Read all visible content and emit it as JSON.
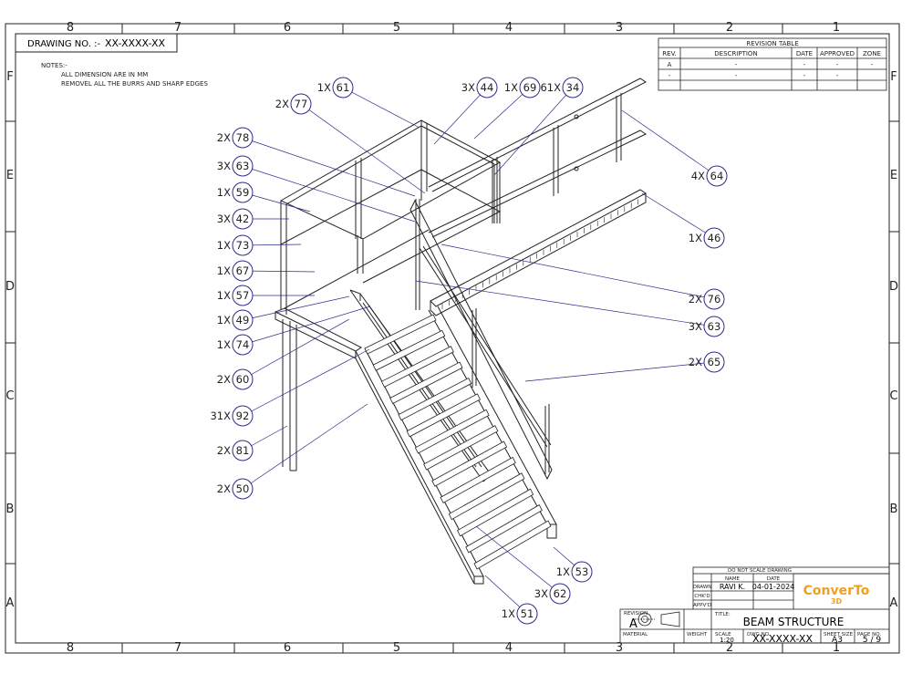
{
  "sheet": {
    "drawing_no_label": "DRAWING NO. :-",
    "drawing_no_value": "XX-XXXX-XX",
    "notes_title": "NOTES:-",
    "notes": [
      "ALL DIMENSION ARE IN MM",
      "REMOVEL ALL THE  BURRS AND SHARP EDGES"
    ],
    "zone_columns": [
      "8",
      "7",
      "6",
      "5",
      "4",
      "3",
      "2",
      "1"
    ],
    "zone_rows": [
      "F",
      "E",
      "D",
      "C",
      "B",
      "A"
    ]
  },
  "revision_table": {
    "title": "REVISION TABLE",
    "headers": [
      "REV.",
      "DESCRIPTION",
      "DATE",
      "APPROVED",
      "ZONE"
    ],
    "rows": [
      [
        "A",
        "-",
        "-",
        "-",
        "-"
      ],
      [
        "-",
        "-",
        "-",
        "-",
        ""
      ]
    ]
  },
  "title_block": {
    "do_not_scale": "DO NOT SCALE DRAWING",
    "name_header": "NAME",
    "date_header": "DATE",
    "drawn_label": "DRAWN",
    "drawn_name": "RAVI K.",
    "drawn_date": "04-01-2024",
    "checked_label": "CHK'D",
    "approved_label": "APPV'D",
    "logo_line1": "ConverTo",
    "logo_line2": "3D",
    "revision_label": "REVISION",
    "revision_value": "A",
    "title_label": "TITLE:",
    "title": "BEAM STRUCTURE",
    "material_label": "MATERIAL",
    "weight_label": "WEIGHT",
    "scale_label": "SCALE",
    "scale_value": "1:20",
    "dwg_no_label": "DWG NO.",
    "dwg_no_value": "XX-XXXX-XX",
    "sheet_size_label": "SHEET SIZE",
    "sheet_size_value": "A3",
    "page_no_label": "PAGE NO.",
    "page_no_value": "5 / 9"
  },
  "balloons": [
    {
      "qty": "1X",
      "num": "61"
    },
    {
      "qty": "2X",
      "num": "77"
    },
    {
      "qty": "3X",
      "num": "44"
    },
    {
      "qty": "1X",
      "num": "69"
    },
    {
      "qty": "61X",
      "num": "34"
    },
    {
      "qty": "2X",
      "num": "78"
    },
    {
      "qty": "3X",
      "num": "63"
    },
    {
      "qty": "1X",
      "num": "59"
    },
    {
      "qty": "3X",
      "num": "42"
    },
    {
      "qty": "1X",
      "num": "73"
    },
    {
      "qty": "1X",
      "num": "67"
    },
    {
      "qty": "1X",
      "num": "57"
    },
    {
      "qty": "1X",
      "num": "49"
    },
    {
      "qty": "1X",
      "num": "74"
    },
    {
      "qty": "2X",
      "num": "60"
    },
    {
      "qty": "31X",
      "num": "92"
    },
    {
      "qty": "2X",
      "num": "81"
    },
    {
      "qty": "2X",
      "num": "50"
    },
    {
      "qty": "4X",
      "num": "64"
    },
    {
      "qty": "1X",
      "num": "46"
    },
    {
      "qty": "2X",
      "num": "76"
    },
    {
      "qty": "3X",
      "num": "63"
    },
    {
      "qty": "2X",
      "num": "65"
    },
    {
      "qty": "1X",
      "num": "53"
    },
    {
      "qty": "3X",
      "num": "62"
    },
    {
      "qty": "1X",
      "num": "51"
    }
  ],
  "colors": {
    "line": "#222222",
    "balloon": "#2b2b8c",
    "logo": "#f0a020"
  }
}
